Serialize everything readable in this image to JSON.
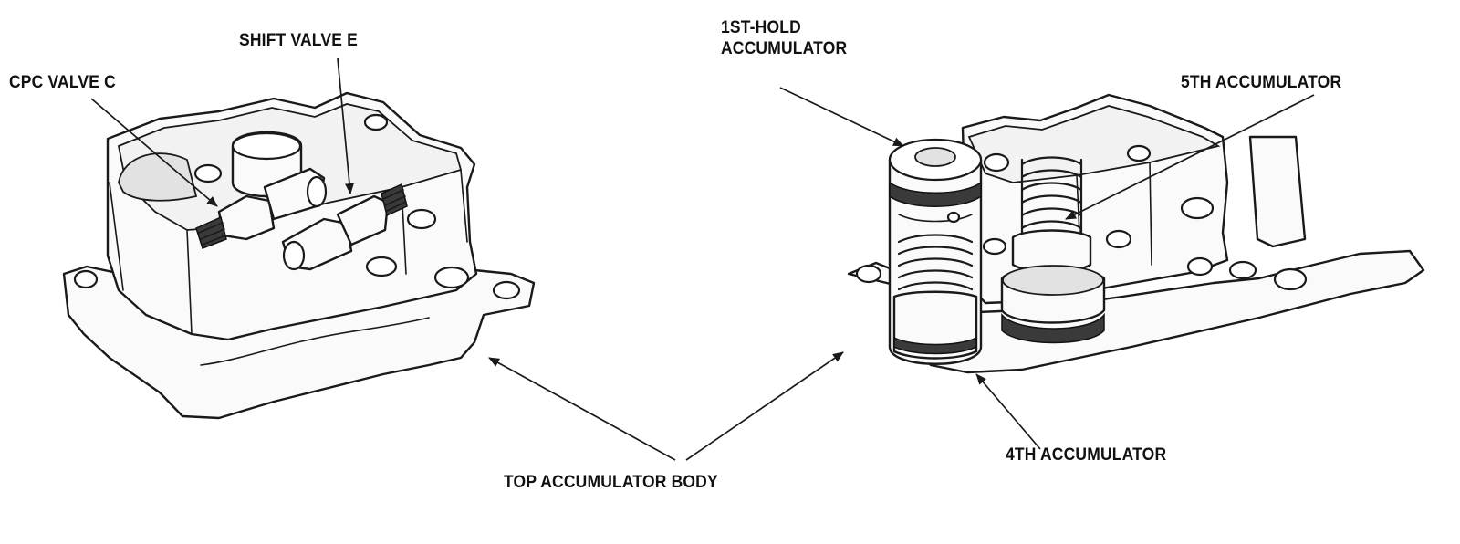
{
  "labels": {
    "cpc_valve_c": "CPC VALVE C",
    "shift_valve_e": "SHIFT VALVE E",
    "first_hold_line1": "1ST-HOLD",
    "first_hold_line2": "ACCUMULATOR",
    "fifth_accumulator": "5TH ACCUMULATOR",
    "fourth_accumulator": "4TH ACCUMULATOR",
    "top_accumulator_body": "TOP ACCUMULATOR BODY"
  }
}
